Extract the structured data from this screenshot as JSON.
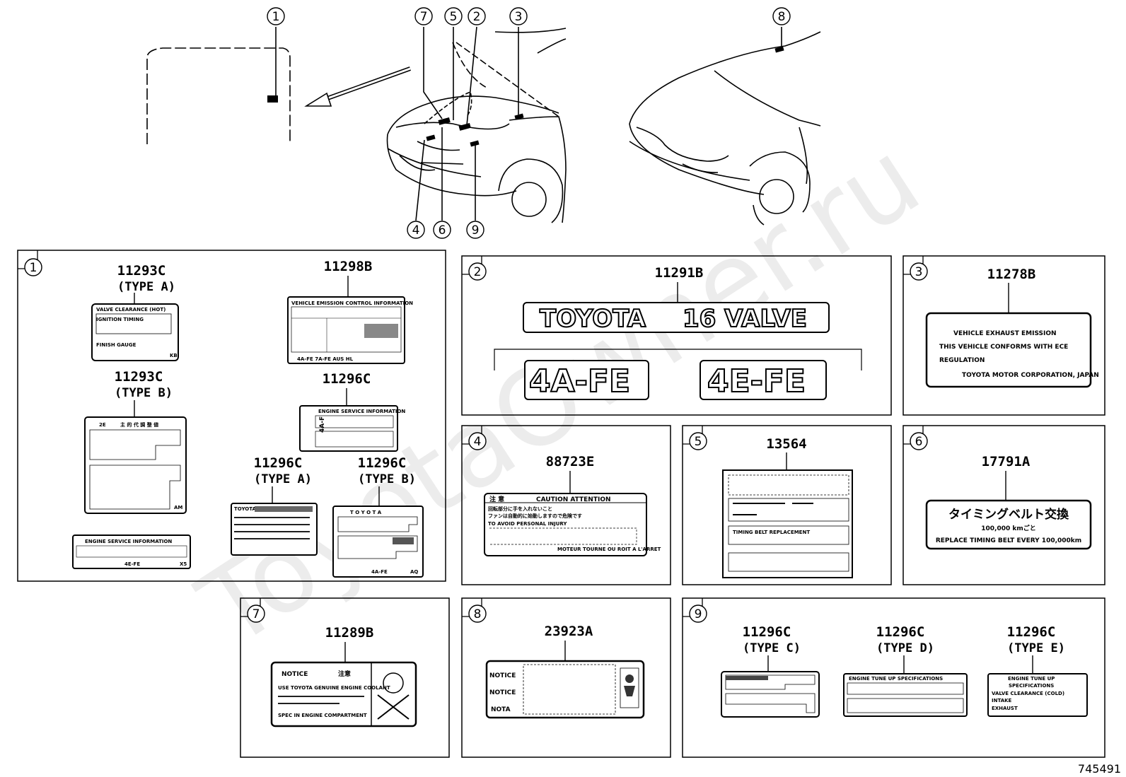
{
  "watermark": "ToyotaOwner.ru",
  "figure_number": "745491",
  "callouts": [
    "1",
    "2",
    "3",
    "4",
    "5",
    "6",
    "7",
    "8",
    "9"
  ],
  "panels": {
    "p1": {
      "index": "1",
      "parts": [
        {
          "code": "11293C",
          "type": "(TYPE A)"
        },
        {
          "code": "11298B"
        },
        {
          "code": "11293C",
          "type": "(TYPE B)"
        },
        {
          "code": "11296C"
        },
        {
          "code": "11296C",
          "type": "(TYPE A)"
        },
        {
          "code": "11296C",
          "type": "(TYPE B)"
        }
      ],
      "label_texts": {
        "a_line1": "VALVE CLEARANCE (HOT)",
        "a_line2": "IGNITION TIMING",
        "a_line3": "FINISH GAUGE",
        "a_code": "KB",
        "emission_title": "VEHICLE EMISSION CONTROL INFORMATION",
        "emission_models": "4A-FE   7A-FE   AUS   HL",
        "b_head": "2E",
        "b_head_jp": "主 的 代 調 整 値",
        "b_code": "AM",
        "esi_title": "ENGINE SERVICE INFORMATION",
        "esi_model": "4E-FE",
        "esi_code": "X5",
        "side_model": "4A-F",
        "side_title": "ENGINE SERVICE INFORMATION",
        "ta_brand": "TOYOTA",
        "tb_brand": "T O Y O T A",
        "tb_model": "4A-FE",
        "tb_code": "AQ"
      }
    },
    "p2": {
      "index": "2",
      "code": "11291B",
      "emblem_left": "TOYOTA",
      "emblem_right": "16 VALVE",
      "variant_a": "4A-FE",
      "variant_b": "4E-FE"
    },
    "p3": {
      "index": "3",
      "code": "11278B",
      "lines": [
        "VEHICLE EXHAUST EMISSION",
        "THIS VEHICLE CONFORMS WITH ECE",
        "REGULATION",
        "TOYOTA MOTOR CORPORATION, JAPAN"
      ]
    },
    "p4": {
      "index": "4",
      "code": "88723E",
      "header_jp": "注 意",
      "header_en": "CAUTION  ATTENTION",
      "line1": "回転部分に手を入れないこと",
      "line2": "ファンは自動的に始動しますので危険です",
      "line3": "TO AVOID PERSONAL INJURY",
      "footer": "MOTEUR TOURNE OU ROIT A L'ARRET"
    },
    "p5": {
      "index": "5",
      "code": "13564",
      "row_text": "TIMING BELT REPLACEMENT"
    },
    "p6": {
      "index": "6",
      "code": "17791A",
      "jp": "タイミングベルト交換",
      "km": "100,000 kmごと",
      "en": "REPLACE TIMING BELT EVERY 100,000km"
    },
    "p7": {
      "index": "7",
      "code": "11289B",
      "title": "NOTICE",
      "title_jp": "注意",
      "body": "USE TOYOTA GENUINE ENGINE COOLANT",
      "bottom": "SPEC IN ENGINE COMPARTMENT"
    },
    "p8": {
      "index": "8",
      "code": "23923A",
      "rows": [
        "NOTICE",
        "NOTICE",
        "NOTA"
      ]
    },
    "p9": {
      "index": "9",
      "parts": [
        {
          "code": "11296C",
          "type": "(TYPE C)"
        },
        {
          "code": "11296C",
          "type": "(TYPE D)"
        },
        {
          "code": "11296C",
          "type": "(TYPE E)"
        }
      ],
      "d_title": "ENGINE TUNE UP SPECIFICATIONS",
      "e_lines": [
        "ENGINE  TUNE  UP",
        "SPECIFICATIONS",
        "VALVE  CLEARANCE  (COLD)",
        "INTAKE",
        "EXHAUST"
      ]
    }
  }
}
